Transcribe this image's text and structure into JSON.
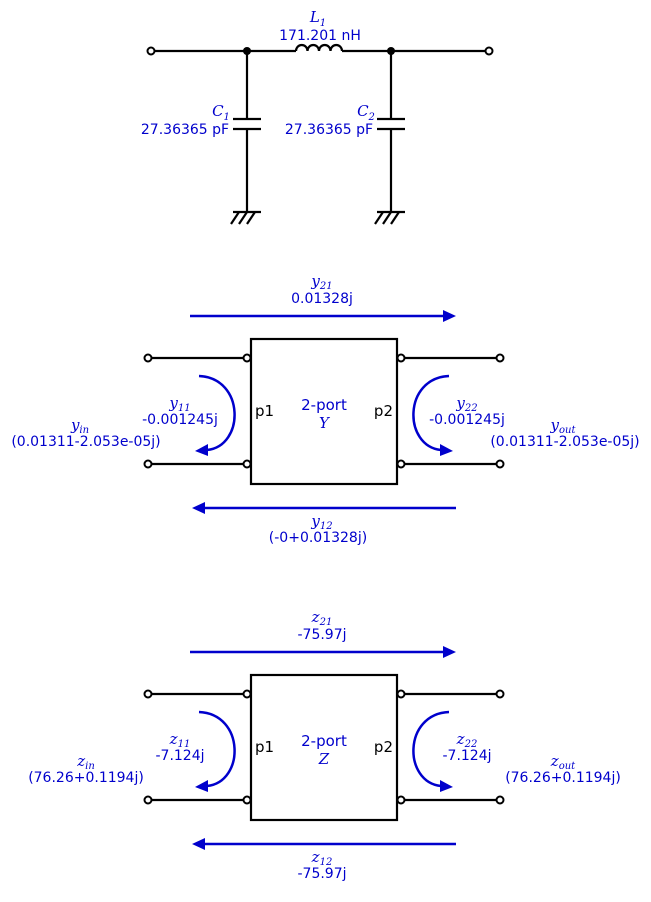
{
  "circuit": {
    "L1": {
      "name": "L",
      "sub": "1",
      "value": "171.201 nH"
    },
    "C1": {
      "name": "C",
      "sub": "1",
      "value": "27.36365 pF"
    },
    "C2": {
      "name": "C",
      "sub": "2",
      "value": "27.36365 pF"
    }
  },
  "y_block": {
    "p1": "p1",
    "p2": "p2",
    "label": "2-port",
    "type": "Y",
    "t21": {
      "name": "y",
      "sub": "21",
      "value": "0.01328j"
    },
    "t12": {
      "name": "y",
      "sub": "12",
      "value": "(-0+0.01328j)"
    },
    "t11": {
      "name": "y",
      "sub": "11",
      "value": "-0.001245j"
    },
    "t22": {
      "name": "y",
      "sub": "22",
      "value": "-0.001245j"
    },
    "tin": {
      "name": "y",
      "sub": "in",
      "value": "(0.01311-2.053e-05j)"
    },
    "tout": {
      "name": "y",
      "sub": "out",
      "value": "(0.01311-2.053e-05j)"
    }
  },
  "z_block": {
    "p1": "p1",
    "p2": "p2",
    "label": "2-port",
    "type": "Z",
    "t21": {
      "name": "z",
      "sub": "21",
      "value": "-75.97j"
    },
    "t12": {
      "name": "z",
      "sub": "12",
      "value": "-75.97j"
    },
    "t11": {
      "name": "z",
      "sub": "11",
      "value": "-7.124j"
    },
    "t22": {
      "name": "z",
      "sub": "22",
      "value": "-7.124j"
    },
    "tin": {
      "name": "z",
      "sub": "in",
      "value": "(76.26+0.1194j)"
    },
    "tout": {
      "name": "z",
      "sub": "out",
      "value": "(76.26+0.1194j)"
    }
  }
}
